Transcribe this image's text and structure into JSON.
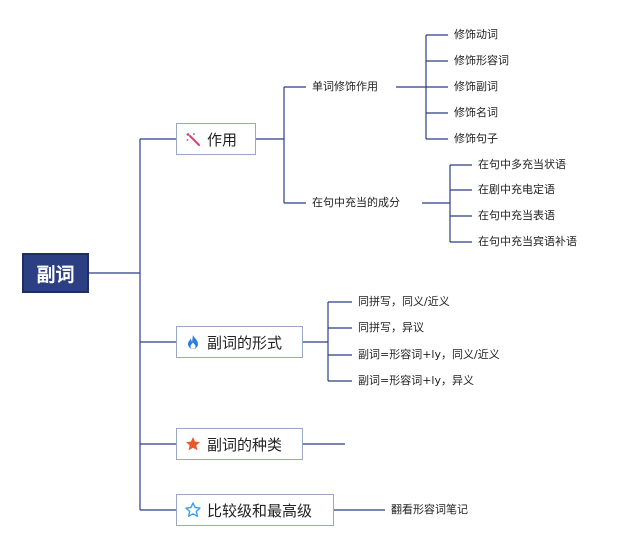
{
  "root": {
    "label": "副词"
  },
  "branches": [
    {
      "label": "作用",
      "icon": "magic-wand-icon",
      "children": [
        {
          "label": "单词修饰作用",
          "children": [
            "修饰动词",
            "修饰形容词",
            "修饰副词",
            "修饰名词",
            "修饰句子"
          ]
        },
        {
          "label": "在句中充当的成分",
          "children": [
            "在句中多充当状语",
            "在剧中充电定语",
            "在句中充当表语",
            "在句中充当宾语补语"
          ]
        }
      ]
    },
    {
      "label": "副词的形式",
      "icon": "fire-icon",
      "children": [
        "同拼写，同义/近义",
        "同拼写，异议",
        "副词=形容词+ly，同义/近义",
        "副词=形容词+ly，异义"
      ]
    },
    {
      "label": "副词的种类",
      "icon": "star-filled-icon",
      "children": []
    },
    {
      "label": "比较级和最高级",
      "icon": "star-outline-icon",
      "children": [
        "翻看形容词笔记"
      ]
    }
  ],
  "colors": {
    "root_bg": "#2b3f82",
    "line": "#2b3f82",
    "magic_wand": "#e0406a",
    "fire": "#2a7de1",
    "star_filled": "#e8582a",
    "star_outline": "#3aa0e8"
  }
}
